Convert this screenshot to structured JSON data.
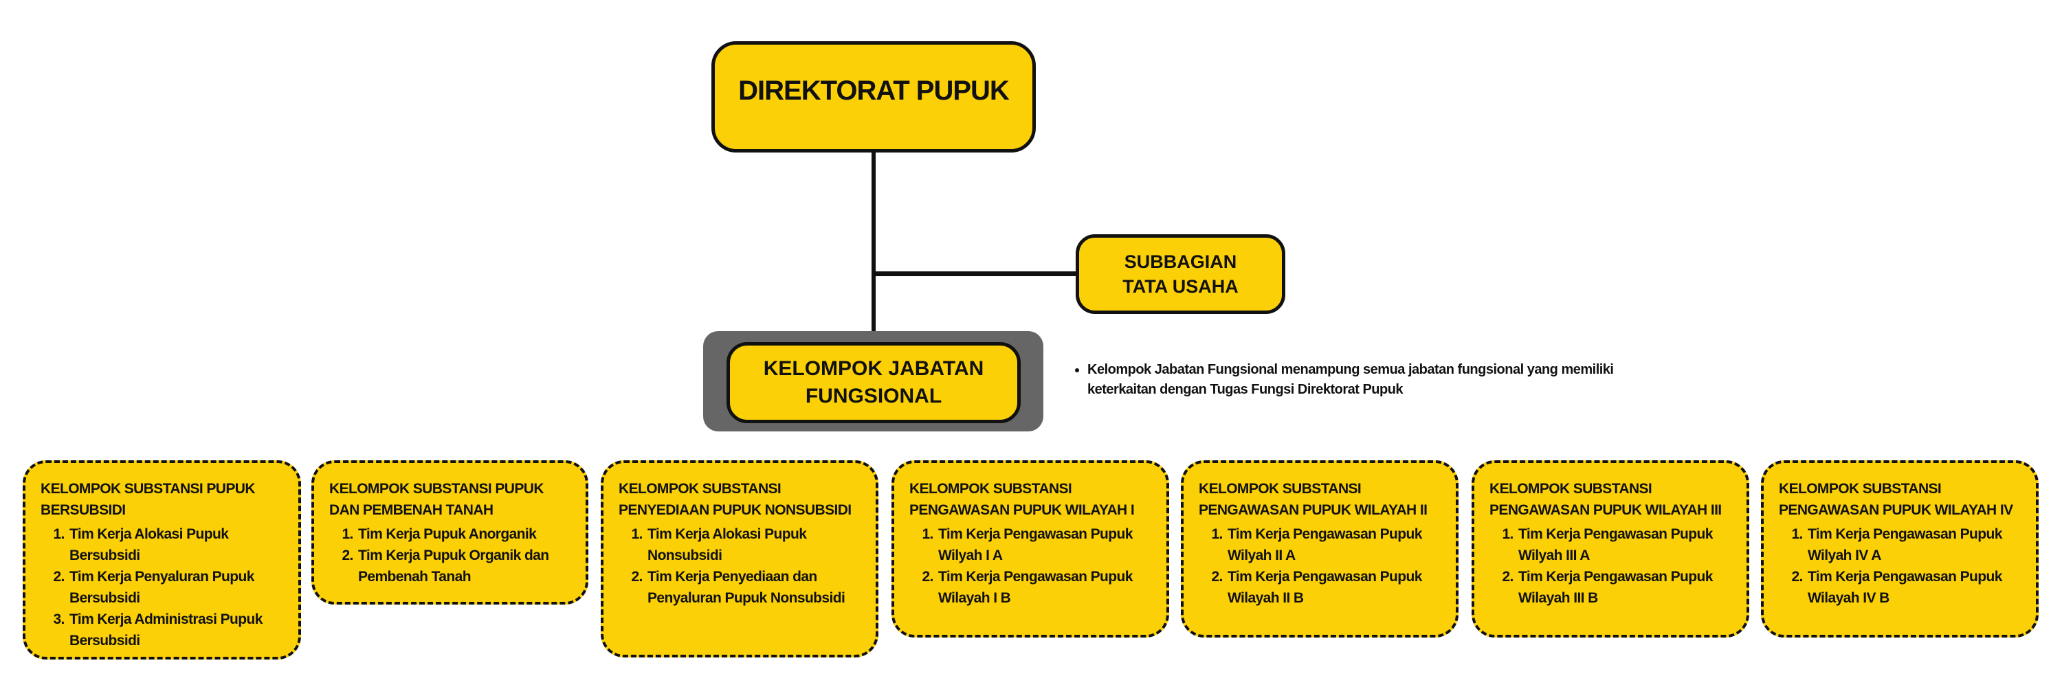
{
  "top": {
    "title": "DIREKTORAT PUPUK"
  },
  "subbagian": {
    "line1": "SUBBAGIAN",
    "line2": "TATA USAHA"
  },
  "jabfung": {
    "line1": "KELOMPOK JABATAN",
    "line2": "FUNGSIONAL"
  },
  "note": "Kelompok Jabatan Fungsional menampung semua jabatan fungsional yang memiliki keterkaitan dengan Tugas Fungsi Direktorat Pupuk",
  "colors": {
    "box": "#FCD006",
    "outline": "#111111",
    "frame": "#666666"
  },
  "groups": [
    {
      "title": "KELOMPOK SUBSTANSI PUPUK BERSUBSIDI",
      "items": [
        "Tim Kerja Alokasi Pupuk Bersubsidi",
        "Tim Kerja Penyaluran Pupuk Bersubsidi",
        "Tim Kerja Administrasi Pupuk Bersubsidi"
      ]
    },
    {
      "title": "KELOMPOK SUBSTANSI PUPUK DAN PEMBENAH TANAH",
      "items": [
        "Tim Kerja Pupuk Anorganik",
        "Tim Kerja Pupuk Organik dan Pembenah Tanah"
      ]
    },
    {
      "title": "KELOMPOK SUBSTANSI PENYEDIAAN PUPUK NONSUBSIDI",
      "items": [
        "Tim Kerja Alokasi Pupuk Nonsubsidi",
        "Tim Kerja Penyediaan dan Penyaluran Pupuk Nonsubsidi"
      ]
    },
    {
      "title": "KELOMPOK SUBSTANSI PENGAWASAN PUPUK WILAYAH I",
      "items": [
        "Tim Kerja Pengawasan Pupuk Wilyah I A",
        "Tim Kerja Pengawasan Pupuk Wilayah I B"
      ]
    },
    {
      "title": "KELOMPOK SUBSTANSI PENGAWASAN PUPUK WILAYAH II",
      "items": [
        "Tim Kerja Pengawasan Pupuk Wilyah II A",
        "Tim Kerja Pengawasan Pupuk Wilayah II B"
      ]
    },
    {
      "title": "KELOMPOK SUBSTANSI PENGAWASAN PUPUK WILAYAH III",
      "items": [
        "Tim Kerja Pengawasan Pupuk Wilyah III A",
        "Tim Kerja Pengawasan Pupuk Wilayah III B"
      ]
    },
    {
      "title": "KELOMPOK SUBSTANSI PENGAWASAN PUPUK WILAYAH IV",
      "items": [
        "Tim Kerja Pengawasan Pupuk Wilyah IV A",
        "Tim Kerja Pengawasan Pupuk Wilayah IV B"
      ]
    }
  ]
}
